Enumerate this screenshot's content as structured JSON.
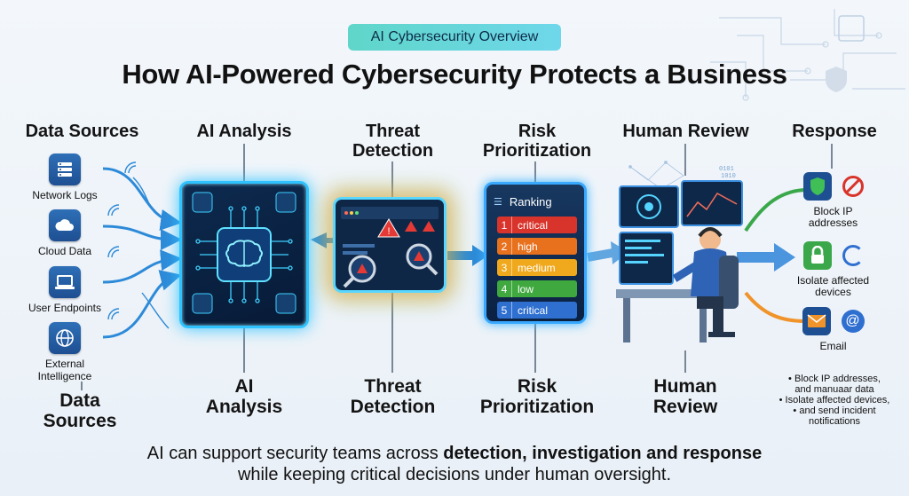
{
  "badge": "AI Cybersecurity Overview",
  "title": "How AI-Powered Cybersecurity Protects a Business",
  "stages_top": {
    "data_sources": "Data Sources",
    "ai_analysis": "AI Analysis",
    "threat_1": "Threat",
    "threat_2": "Detection",
    "risk_1": "Risk",
    "risk_2": "Prioritization",
    "human_review": "Human Review",
    "response": "Response"
  },
  "stages_bottom": {
    "data_1": "Data",
    "data_2": "Sources",
    "ai_1": "AI",
    "ai_2": "Analysis",
    "threat_1": "Threat",
    "threat_2": "Detection",
    "risk_1": "Risk",
    "risk_2": "Prioritization",
    "human_1": "Human",
    "human_2": "Review"
  },
  "sources": [
    {
      "label_1": "Network Logs",
      "label_2": "",
      "icon": "server-icon"
    },
    {
      "label_1": "Cloud Data",
      "label_2": "",
      "icon": "cloud-icon"
    },
    {
      "label_1": "User Endpoints",
      "label_2": "",
      "icon": "laptop-icon"
    },
    {
      "label_1": "External",
      "label_2": "Intelligence",
      "icon": "globe-icon"
    }
  ],
  "ranking": {
    "header": "Ranking",
    "rows": [
      {
        "num": "1",
        "label": "critical",
        "color": "#d9342b"
      },
      {
        "num": "2",
        "label": "high",
        "color": "#e8711e"
      },
      {
        "num": "3",
        "label": "medium",
        "color": "#f0a81c"
      },
      {
        "num": "4",
        "label": "low",
        "color": "#3fa83f"
      },
      {
        "num": "5",
        "label": "critical",
        "color": "#2e6fd0"
      }
    ]
  },
  "responses": [
    {
      "label_1": "Block IP",
      "label_2": "addresses",
      "icon": "shield-icon"
    },
    {
      "label_1": "Isolate affected",
      "label_2": "devices",
      "icon": "lock-icon"
    },
    {
      "label_1": "Email",
      "label_2": "",
      "icon": "mail-icon"
    }
  ],
  "bullets": [
    "• Block IP addresses,",
    "and manuaar data",
    "• Isolate affected devices,",
    "• and send incident",
    "notifications"
  ],
  "footer": {
    "line1_pre": "AI can support security teams across ",
    "line1_bold": "detection, investigation and response",
    "line2": "while keeping critical decisions under human oversight."
  },
  "colors": {
    "accent_blue": "#2e6fb7",
    "flow_arrow": "#2d8ad8",
    "glow_cyan": "#2ec3ff",
    "response_green": "#3aa84a",
    "response_orange": "#f0932b"
  }
}
